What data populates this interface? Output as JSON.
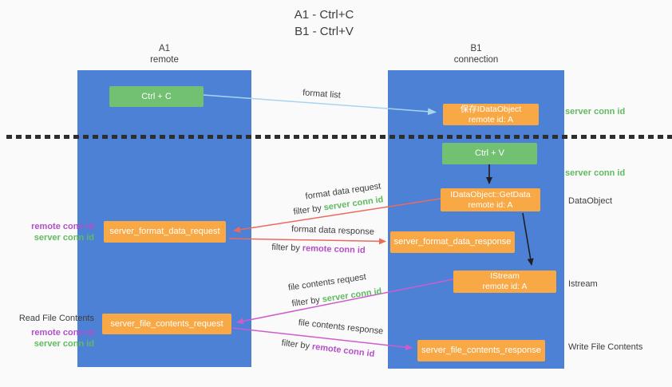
{
  "colors": {
    "bg": "#fafafa",
    "column_blue": "#4d81d6",
    "box_green": "#72c072",
    "box_orange": "#f8a844",
    "text_dark": "#3d3d3d",
    "text_green": "#61ba61",
    "text_purple": "#b44fc8",
    "arrow_blue": "#a8d4ef",
    "arrow_red": "#ec6a5c",
    "arrow_magenta": "#ce5ccf",
    "arrow_black": "#1f1f1f"
  },
  "title": {
    "line1": "A1 - Ctrl+C",
    "line2": "B1 - Ctrl+V"
  },
  "columns": {
    "a": {
      "name": "A1",
      "role": "remote"
    },
    "b": {
      "name": "B1",
      "role": "connection"
    }
  },
  "nodes": {
    "ctrl_c": "Ctrl + C",
    "ctrl_v": "Ctrl + V",
    "save_idataobject": {
      "line1": "保存IDataObject",
      "line2": "remote id: A"
    },
    "getdata": {
      "line1": "IDataObject::GetData",
      "line2": "remote id: A"
    },
    "istream": {
      "line1": "IStream",
      "line2": "remote id: A"
    },
    "server_format_data_request": "server_format_data_request",
    "server_format_data_response": "server_format_data_response",
    "server_file_contents_request": "server_file_contents_request",
    "server_file_contents_response": "server_file_contents_response"
  },
  "labels": {
    "format_list": "format list",
    "format_data_request": "format data request",
    "format_data_response": "format data response",
    "file_contents_request": "file contents request",
    "file_contents_response": "file contents response",
    "filter_by": "filter by ",
    "server_conn_id": "server conn id",
    "remote_conn_id": "remote conn id",
    "dataobject": "DataObject",
    "istream": "Istream",
    "read_file_contents": "Read File Contents",
    "write_file_contents": "Write File Contents"
  }
}
